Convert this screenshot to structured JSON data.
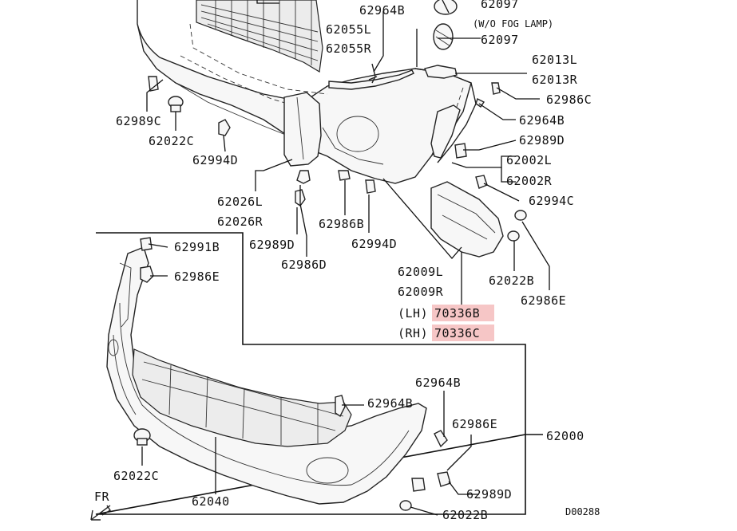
{
  "diagram": {
    "diagram_code": "D00288",
    "fr_label": "FR",
    "labels": {
      "p62964b_top": "62964B",
      "p62097_top": "62097",
      "wo_fog_lamp": "(W/O FOG LAMP)",
      "p62055l": "62055L",
      "p62055r": "62055R",
      "p62097": "62097",
      "p62013l": "62013L",
      "p62013r": "62013R",
      "p62986c": "62986C",
      "p62964b_mid": "62964B",
      "p62989d_right": "62989D",
      "p62002l": "62002L",
      "p62002r": "62002R",
      "p62994c": "62994C",
      "p62989c": "62989C",
      "p62022c_top": "62022C",
      "p62994d_left": "62994D",
      "p62026l": "62026L",
      "p62026r": "62026R",
      "p62986b": "62986B",
      "p62994d_mid": "62994D",
      "p62989d_mid": "62989D",
      "p62986d": "62986D",
      "p62009l": "62009L",
      "p62009r": "62009R",
      "lh_prefix": "(LH)",
      "lh_part": "70336B",
      "rh_prefix": "(RH)",
      "rh_part": "70336C",
      "p62022b_right": "62022B",
      "p62986e_right": "62986E",
      "p62991b": "62991B",
      "p62986e_left": "62986E",
      "p62964b_b1": "62964B",
      "p62964b_b2": "62964B",
      "p62986e_bottom": "62986E",
      "p62000": "62000",
      "p62022c_bottom": "62022C",
      "p62040": "62040",
      "p62989d_bottom": "62989D",
      "p62022b_bottom": "62022B"
    }
  },
  "colors": {
    "highlight": "#f6c6c6",
    "ink": "#111111"
  }
}
